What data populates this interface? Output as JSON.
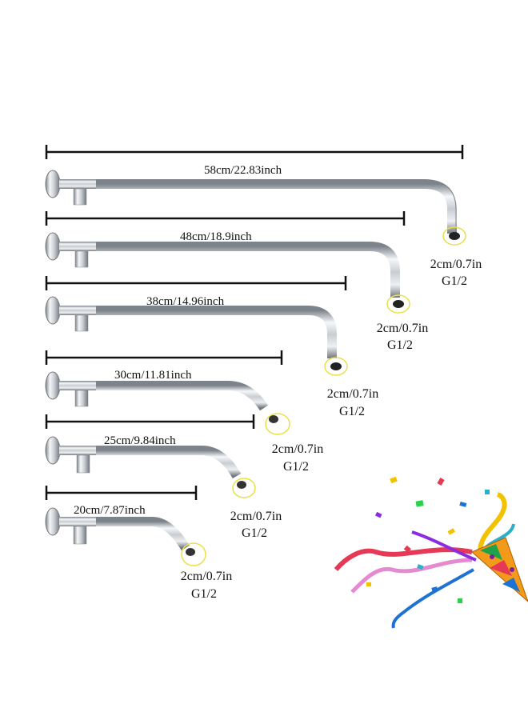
{
  "arms": [
    {
      "length_label": "58cm/22.83inch",
      "size_label": "2cm/0.7in",
      "thread_label": "G1/2"
    },
    {
      "length_label": "48cm/18.9inch",
      "size_label": "2cm/0.7in",
      "thread_label": "G1/2"
    },
    {
      "length_label": "38cm/14.96inch",
      "size_label": "2cm/0.7in",
      "thread_label": "G1/2"
    },
    {
      "length_label": "30cm/11.81inch",
      "size_label": "2cm/0.7in",
      "thread_label": "G1/2"
    },
    {
      "length_label": "25cm/9.84inch",
      "size_label": "2cm/0.7in",
      "thread_label": "G1/2"
    },
    {
      "length_label": "20cm/7.87inch",
      "size_label": "2cm/0.7in",
      "thread_label": "G1/2"
    }
  ],
  "colors": {
    "dimension_line": "#111111",
    "outlet_highlight": "#e8e04a",
    "pipe_dark": "#8a8f96",
    "pipe_light": "#f4f6f8"
  },
  "icons": [
    "party-popper-icon",
    "confetti-icon"
  ]
}
